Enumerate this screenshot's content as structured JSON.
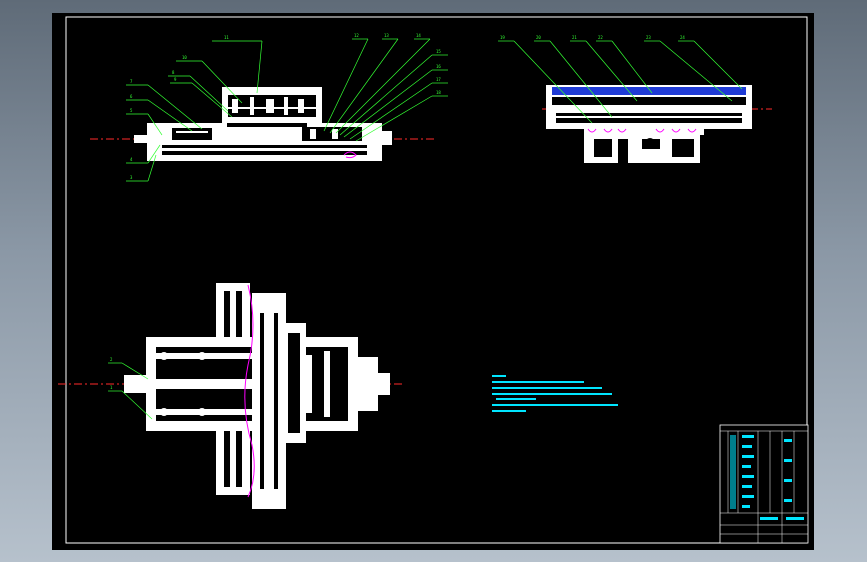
{
  "drawing": {
    "background": "#000000",
    "line_color": "#ffffff",
    "callout_color": "#33ff33",
    "centerline_color": "#ff2a2a",
    "notes_color": "#00e5ff",
    "break_line_color": "#ff00ff"
  },
  "front_view": {
    "callouts": [
      "11",
      "10",
      "8",
      "9",
      "7",
      "6",
      "5",
      "4",
      "3",
      "12",
      "13",
      "14",
      "15",
      "16",
      "17",
      "18"
    ]
  },
  "side_view": {
    "callouts": [
      "19",
      "20",
      "21",
      "22",
      "23",
      "24"
    ]
  },
  "plan_view": {
    "callouts": [
      "2",
      "1"
    ]
  }
}
